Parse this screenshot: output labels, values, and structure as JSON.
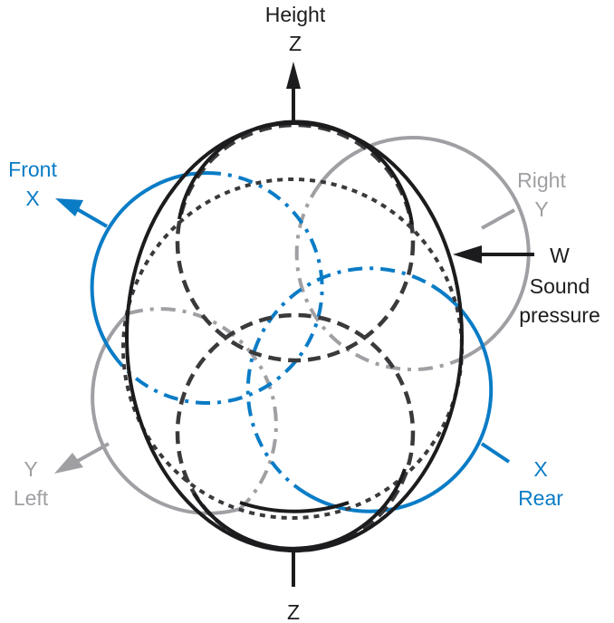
{
  "title": "Ambisonics B-format polar patterns",
  "colors": {
    "w": "#1c1c1e",
    "z": "#3a3a3c",
    "x": "#0a7cc6",
    "y": "#a0a0a4"
  },
  "labels": {
    "height": "Height",
    "z_top": "Z",
    "z_bottom": "Z",
    "front": "Front",
    "x_front": "X",
    "right": "Right",
    "y_right": "Y",
    "w": "W",
    "sound": "Sound",
    "pressure": "pressure",
    "y_left": "Y",
    "left": "Left",
    "x_rear": "X",
    "rear": "Rear"
  },
  "components": [
    {
      "id": "W",
      "meaning": "Sound pressure",
      "pattern": "omnidirectional"
    },
    {
      "id": "X",
      "meaning": "Front / Rear",
      "pattern": "figure-8"
    },
    {
      "id": "Y",
      "meaning": "Left / Right",
      "pattern": "figure-8"
    },
    {
      "id": "Z",
      "meaning": "Height",
      "pattern": "figure-8"
    }
  ]
}
